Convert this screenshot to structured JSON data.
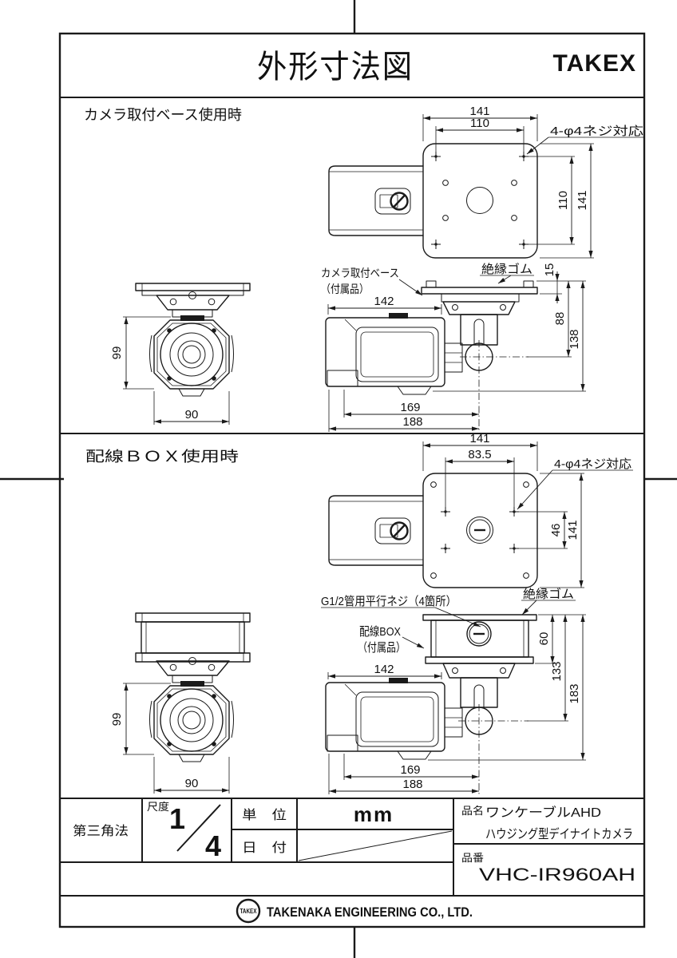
{
  "header": {
    "title": "外形寸法図",
    "brand": "TAKEX"
  },
  "s1": {
    "label": "カメラ取付ベース使用時",
    "top": {
      "w_outer": "141",
      "w_inner": "110",
      "h_inner": "110",
      "h_outer": "141",
      "screw_note": "4-φ4ネジ対応"
    },
    "side": {
      "base_label": "カメラ取付ベース",
      "base_sub": "（付属品）",
      "rubber_label": "絶縁ゴム",
      "d15": "15",
      "d88": "88",
      "d138": "138",
      "d142": "142",
      "d169": "169",
      "d188": "188"
    },
    "front": {
      "d99": "99",
      "d90": "90"
    }
  },
  "s2": {
    "label": "配線ＢＯＸ使用時",
    "top": {
      "w_outer": "141",
      "w_inner": "83.5",
      "h_inner": "46",
      "h_outer": "141",
      "screw_note": "4-φ4ネジ対応"
    },
    "side": {
      "thread_label": "G1/2管用平行ネジ（4箇所）",
      "box_label": "配線BOX",
      "box_sub": "（付属品）",
      "rubber_label": "絶縁ゴム",
      "d60": "60",
      "d133": "133",
      "d183": "183",
      "d142": "142",
      "d169": "169",
      "d188": "188"
    },
    "front": {
      "d99": "99",
      "d90": "90"
    }
  },
  "title_block": {
    "projection": "第三角法",
    "scale_label": "尺度",
    "scale_num": "1",
    "scale_den": "4",
    "unit_label": "単　位",
    "unit_value": "mm",
    "date_label": "日　付",
    "name_label": "品名",
    "name_line1": "ワンケーブルAHD",
    "name_line2": "ハウジング型デイナイトカメラ",
    "part_label": "品番",
    "part_value": "VHC-IR960AH"
  },
  "footer": {
    "logo_text": "TAKEX",
    "company": "TAKENAKA ENGINEERING CO., LTD."
  },
  "colors": {
    "ink": "#1a1a1a",
    "paper": "#ffffff"
  }
}
